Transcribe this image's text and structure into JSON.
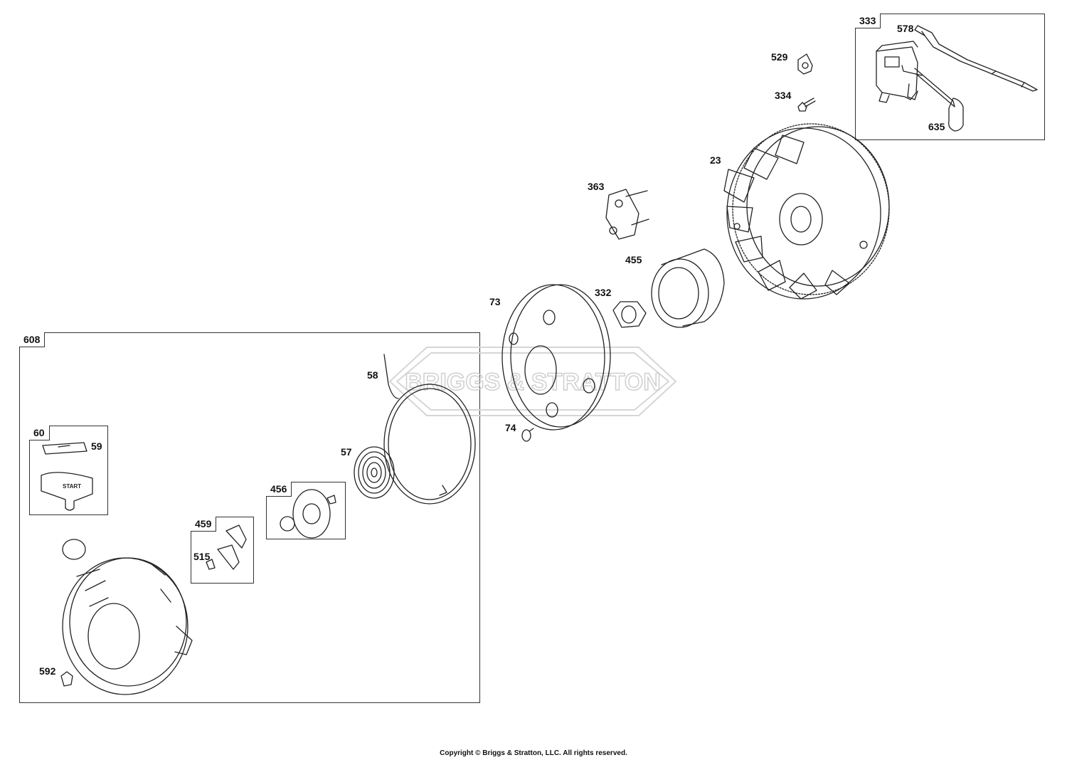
{
  "watermark": "BRIGGS & STRATTON",
  "copyright": "Copyright © Briggs & Stratton, LLC. All rights reserved.",
  "kits": {
    "k608": "608",
    "k333": "333",
    "k60": "60",
    "k456": "456",
    "k459": "459"
  },
  "parts": {
    "p578": "578",
    "p529": "529",
    "p334": "334",
    "p635": "635",
    "p23": "23",
    "p363": "363",
    "p455": "455",
    "p332": "332",
    "p73": "73",
    "p74": "74",
    "p58": "58",
    "p57": "57",
    "p59": "59",
    "p515": "515",
    "p592": "592"
  },
  "handle_text": "START"
}
